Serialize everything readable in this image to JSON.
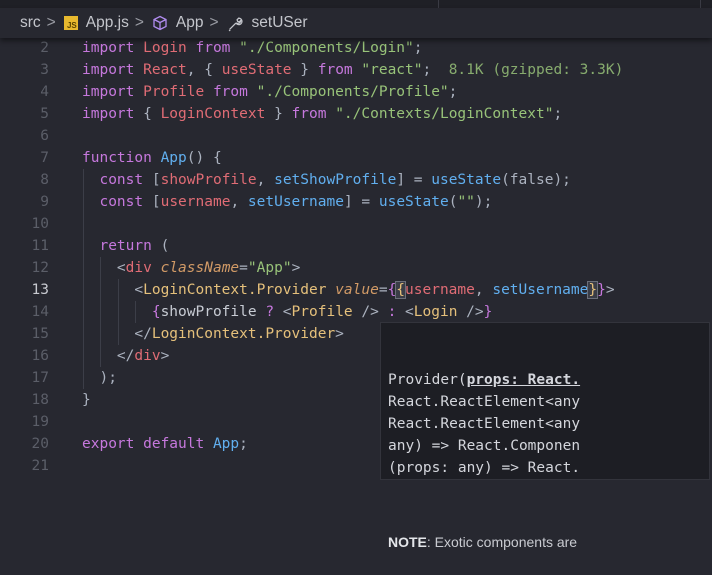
{
  "breadcrumb": {
    "items": [
      {
        "label": "src",
        "icon": null
      },
      {
        "label": "App.js",
        "icon": "js-file-icon"
      },
      {
        "label": "App",
        "icon": "component-cube-icon"
      },
      {
        "label": "setUSer",
        "icon": "wrench-icon"
      }
    ],
    "js_badge": "JS"
  },
  "editor": {
    "current_line": 13,
    "lines": [
      {
        "n": 2,
        "tokens": [
          [
            "kw",
            "import "
          ],
          [
            "id",
            "Login"
          ],
          [
            "kw",
            " from "
          ],
          [
            "str",
            "\"./Components/Login\""
          ],
          [
            "pn",
            ";"
          ]
        ]
      },
      {
        "n": 3,
        "tokens": [
          [
            "kw",
            "import "
          ],
          [
            "id",
            "React"
          ],
          [
            "pn",
            ", { "
          ],
          [
            "id",
            "useState"
          ],
          [
            "pn",
            " } "
          ],
          [
            "kw",
            "from "
          ],
          [
            "str",
            "\"react\""
          ],
          [
            "pn",
            ";  "
          ],
          [
            "hint",
            "8.1K (gzipped: 3.3K)"
          ]
        ]
      },
      {
        "n": 4,
        "tokens": [
          [
            "kw",
            "import "
          ],
          [
            "id",
            "Profile"
          ],
          [
            "kw",
            " from "
          ],
          [
            "str",
            "\"./Components/Profile\""
          ],
          [
            "pn",
            ";"
          ]
        ]
      },
      {
        "n": 5,
        "tokens": [
          [
            "kw",
            "import "
          ],
          [
            "pn",
            "{ "
          ],
          [
            "id",
            "LoginContext"
          ],
          [
            "pn",
            " } "
          ],
          [
            "kw",
            "from "
          ],
          [
            "str",
            "\"./Contexts/LoginContext\""
          ],
          [
            "pn",
            ";"
          ]
        ]
      },
      {
        "n": 6,
        "tokens": []
      },
      {
        "n": 7,
        "tokens": [
          [
            "kw",
            "function "
          ],
          [
            "fn",
            "App"
          ],
          [
            "pn",
            "() {"
          ]
        ]
      },
      {
        "n": 8,
        "tokens": [
          [
            "pn",
            "  "
          ],
          [
            "kw",
            "const "
          ],
          [
            "pn",
            "["
          ],
          [
            "var",
            "showProfile"
          ],
          [
            "pn",
            ", "
          ],
          [
            "fn",
            "setShowProfile"
          ],
          [
            "pn",
            "] = "
          ],
          [
            "fn",
            "useState"
          ],
          [
            "pn",
            "(false);"
          ]
        ]
      },
      {
        "n": 9,
        "tokens": [
          [
            "pn",
            "  "
          ],
          [
            "kw",
            "const "
          ],
          [
            "pn",
            "["
          ],
          [
            "var",
            "username"
          ],
          [
            "pn",
            ", "
          ],
          [
            "fn",
            "setUsername"
          ],
          [
            "pn",
            "] = "
          ],
          [
            "fn",
            "useState"
          ],
          [
            "pn",
            "("
          ],
          [
            "str",
            "\"\""
          ],
          [
            "pn",
            ");"
          ]
        ]
      },
      {
        "n": 10,
        "tokens": []
      },
      {
        "n": 11,
        "tokens": [
          [
            "pn",
            "  "
          ],
          [
            "kw",
            "return "
          ],
          [
            "pn",
            "("
          ]
        ]
      },
      {
        "n": 12,
        "tokens": [
          [
            "pn",
            "    <"
          ],
          [
            "id",
            "div"
          ],
          [
            "pn",
            " "
          ],
          [
            "attr",
            "className"
          ],
          [
            "pn",
            "="
          ],
          [
            "str",
            "\"App\""
          ],
          [
            "pn",
            ">"
          ]
        ]
      },
      {
        "n": 13,
        "tokens": [
          [
            "pn",
            "      <"
          ],
          [
            "tag",
            "LoginContext.Provider"
          ],
          [
            "pn",
            " "
          ],
          [
            "attr",
            "value"
          ],
          [
            "pn",
            "="
          ],
          [
            "br",
            "{"
          ],
          [
            "br2",
            "{"
          ],
          [
            "var",
            "username"
          ],
          [
            "pn",
            ", "
          ],
          [
            "fn",
            "setUsername"
          ],
          [
            "br2",
            "}"
          ],
          [
            "br",
            "}"
          ],
          [
            "pn",
            ">"
          ]
        ]
      },
      {
        "n": 14,
        "tokens": [
          [
            "pn",
            "        "
          ],
          [
            "br",
            "{"
          ],
          [
            "plain",
            "showProfile "
          ],
          [
            "kw",
            "?"
          ],
          [
            "pn",
            " <"
          ],
          [
            "tag",
            "Profile"
          ],
          [
            "pn",
            " /> "
          ],
          [
            "kw",
            ":"
          ],
          [
            "pn",
            " <"
          ],
          [
            "tag",
            "Login"
          ],
          [
            "pn",
            " />"
          ],
          [
            "br",
            "}"
          ]
        ]
      },
      {
        "n": 15,
        "tokens": [
          [
            "pn",
            "      </"
          ],
          [
            "tag",
            "LoginContext.Provider"
          ],
          [
            "pn",
            ">"
          ]
        ]
      },
      {
        "n": 16,
        "tokens": [
          [
            "pn",
            "    </"
          ],
          [
            "id",
            "div"
          ],
          [
            "pn",
            ">"
          ]
        ]
      },
      {
        "n": 17,
        "tokens": [
          [
            "pn",
            "  );"
          ]
        ]
      },
      {
        "n": 18,
        "tokens": [
          [
            "pn",
            "}"
          ]
        ]
      },
      {
        "n": 19,
        "tokens": []
      },
      {
        "n": 20,
        "tokens": [
          [
            "kw",
            "export default "
          ],
          [
            "fn",
            "App"
          ],
          [
            "pn",
            ";"
          ]
        ]
      },
      {
        "n": 21,
        "tokens": []
      }
    ]
  },
  "hover_tooltip": {
    "lines": [
      [
        "Provider(",
        "props: React."
      ],
      [
        "React.ReactElement<any",
        ""
      ],
      [
        "React.ReactElement<any",
        ""
      ],
      [
        "any) => React.Componen",
        ""
      ],
      [
        "(props: any) => React.",
        ""
      ]
    ],
    "note_label": "NOTE",
    "note_text": ": Exotic components are"
  }
}
